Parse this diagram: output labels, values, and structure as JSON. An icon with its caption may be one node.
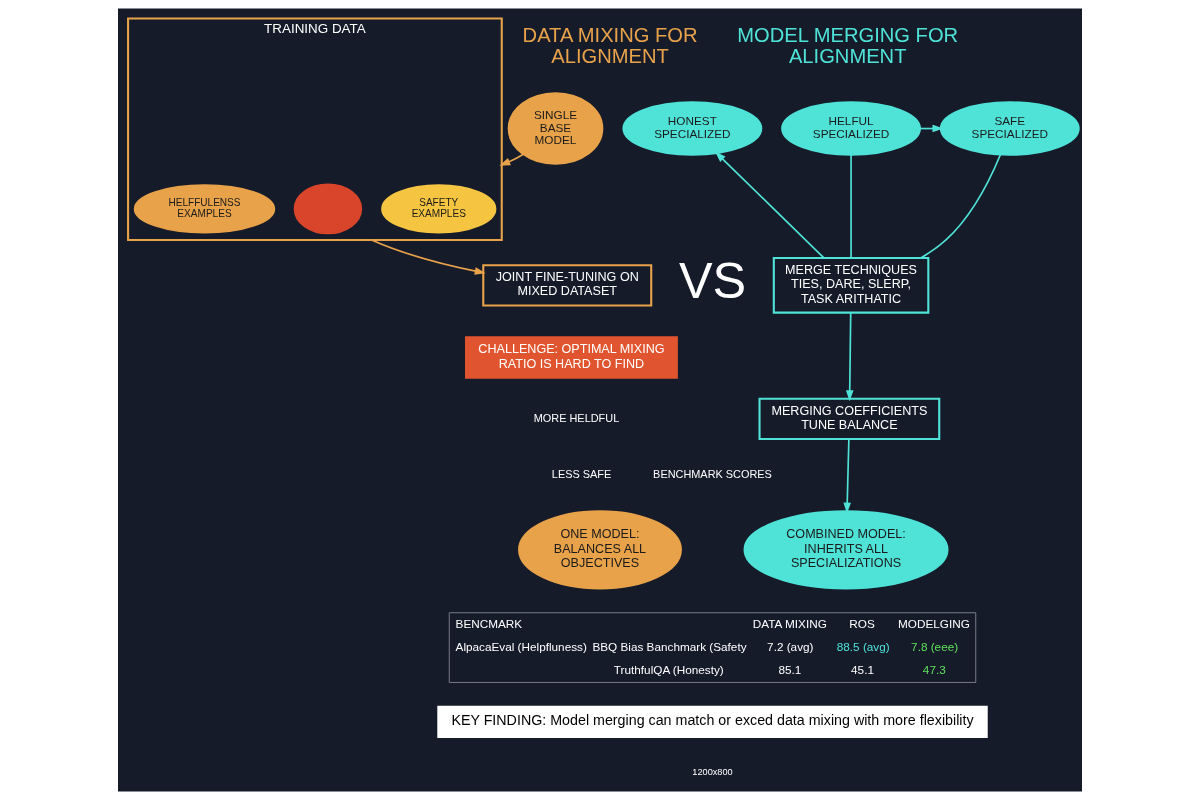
{
  "diagram": {
    "nodes": [
      {
        "text": [
          "SINGLE BASE MODEL"
        ]
      },
      {
        "text": [
          "TRAINING DATA"
        ]
      },
      {
        "text": [
          "HELFFULENSS EXAMPLES"
        ],
        "in": 1
      },
      {
        "text": [],
        "shape": "circle",
        "in": 1
      },
      {
        "text": [
          "SAFETY EXAMPLES"
        ],
        "in": 1
      },
      {
        "text": [
          "JOINT FINE-TUNING ON MIXED DATASET"
        ]
      },
      {
        "text": [
          "CHALLENGE: OPTIMAL MIXING RATIO IS HARD TO FIND"
        ]
      },
      {
        "text": [
          "ONE MODEL: BALANCES ALL OBJECTIVES"
        ]
      },
      {
        "text": [
          "HELFUL",
          "SPECIALIZED"
        ]
      },
      {
        "text": [
          "SAFE",
          "SPECIALIZED"
        ]
      },
      {
        "text": [
          "HONEST",
          "SPECIALIZED"
        ]
      },
      {
        "text": [
          "MERGE TECHNIQUES",
          "TIES, DARE, SLERP, TASK ARITHATIC"
        ]
      },
      {
        "text": [
          "MERGING COEFFICIENTS TUNE BALANCE"
        ]
      },
      {
        "text": [
          "COMBINED MODEL: INHERITS ALL SPECIALIZATIONS"
        ]
      },
      {
        "text": [
          "KEY FINDING: Model merging can match or exced data mixing with more flexibility"
        ]
      }
    ],
    "edges": [
      {
        "from": 0,
        "to": 1,
        "arrow": "to",
        "color": "#e8a24a"
      },
      {
        "from": 1,
        "to": 5,
        "arrow": "to",
        "color": "#e8a24a"
      },
      {
        "from": 8,
        "to": 9,
        "arrow": "to"
      },
      {
        "from": 8,
        "to": 11,
        "arrow": "none"
      },
      {
        "from": 9,
        "to": 11,
        "arrow": "none"
      },
      {
        "from": 11,
        "to": 10,
        "arrow": "to"
      },
      {
        "from": 11,
        "to": 12,
        "arrow": "to"
      },
      {
        "from": 12,
        "to": 13,
        "arrow": "to"
      }
    ],
    "labels": [
      "DATA MIXING FOR ALIGNMENT",
      "MODEL MERGING FOR ALIGNMENT",
      "VS",
      "BENCHMARK SCORES",
      "MORE HELDFUL",
      "LESS SAFE",
      "BENCMARK",
      "DATA MIXING",
      "ROS",
      "MODELGING",
      "AlpacaEval (Helpfluness)",
      "BBQ Bias Banchmark (Safety",
      "7.2 (avg)",
      "88.5 (avg)",
      "7.8 (eee)",
      "TruthfulQA (Honesty)",
      "85.1",
      "45.1",
      "47.3",
      "1200x800"
    ]
  }
}
